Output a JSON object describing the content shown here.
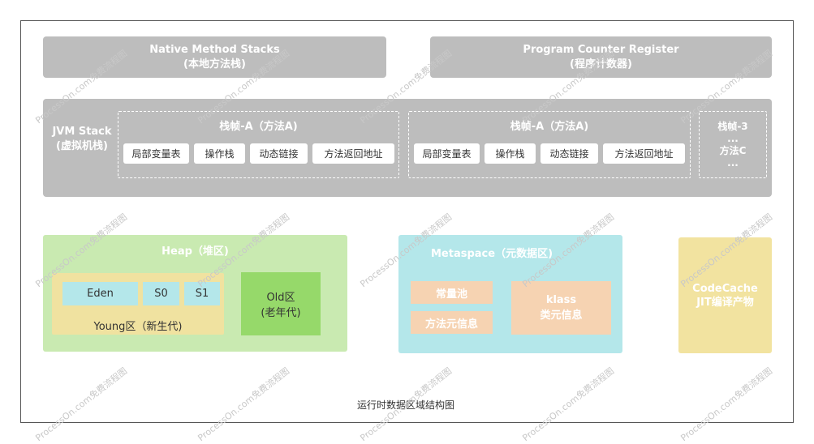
{
  "native": {
    "line1": "Native Method Stacks",
    "line2": "(本地方法栈)"
  },
  "pcr": {
    "line1": "Program Counter Register",
    "line2": "(程序计数器)"
  },
  "jvm": {
    "title1": "JVM Stack",
    "title2": "(虚拟机栈)",
    "frames": [
      {
        "title": "栈帧-A（方法A)",
        "cells": [
          "局部变量表",
          "操作栈",
          "动态链接",
          "方法返回地址"
        ]
      },
      {
        "title": "栈帧-A（方法A)",
        "cells": [
          "局部变量表",
          "操作栈",
          "动态链接",
          "方法返回地址"
        ]
      }
    ],
    "frame3": {
      "line1": "栈帧-3",
      "line2": "...",
      "line3": "方法C",
      "line4": "..."
    }
  },
  "heap": {
    "title": "Heap（堆区)",
    "eden": "Eden",
    "s0": "S0",
    "s1": "S1",
    "young": "Young区（新生代)",
    "old1": "Old区",
    "old2": "(老年代)"
  },
  "meta": {
    "title": "Metaspace（元数据区)",
    "pool": "常量池",
    "method": "方法元信息",
    "klass1": "klass",
    "klass2": "类元信息"
  },
  "codecache": {
    "line1": "CodeCache",
    "line2": "JIT编译产物"
  },
  "caption": "运行时数据区域结构图",
  "watermark": "ProcessOn.com免费流程图",
  "colors": {
    "gray": "#bdbdbd",
    "heap": "#c9eab1",
    "young": "#f0e2a0",
    "old": "#96d96a",
    "meta": "#b4e7ea",
    "peach": "#f6d3b2",
    "cc": "#f2e3a0"
  }
}
